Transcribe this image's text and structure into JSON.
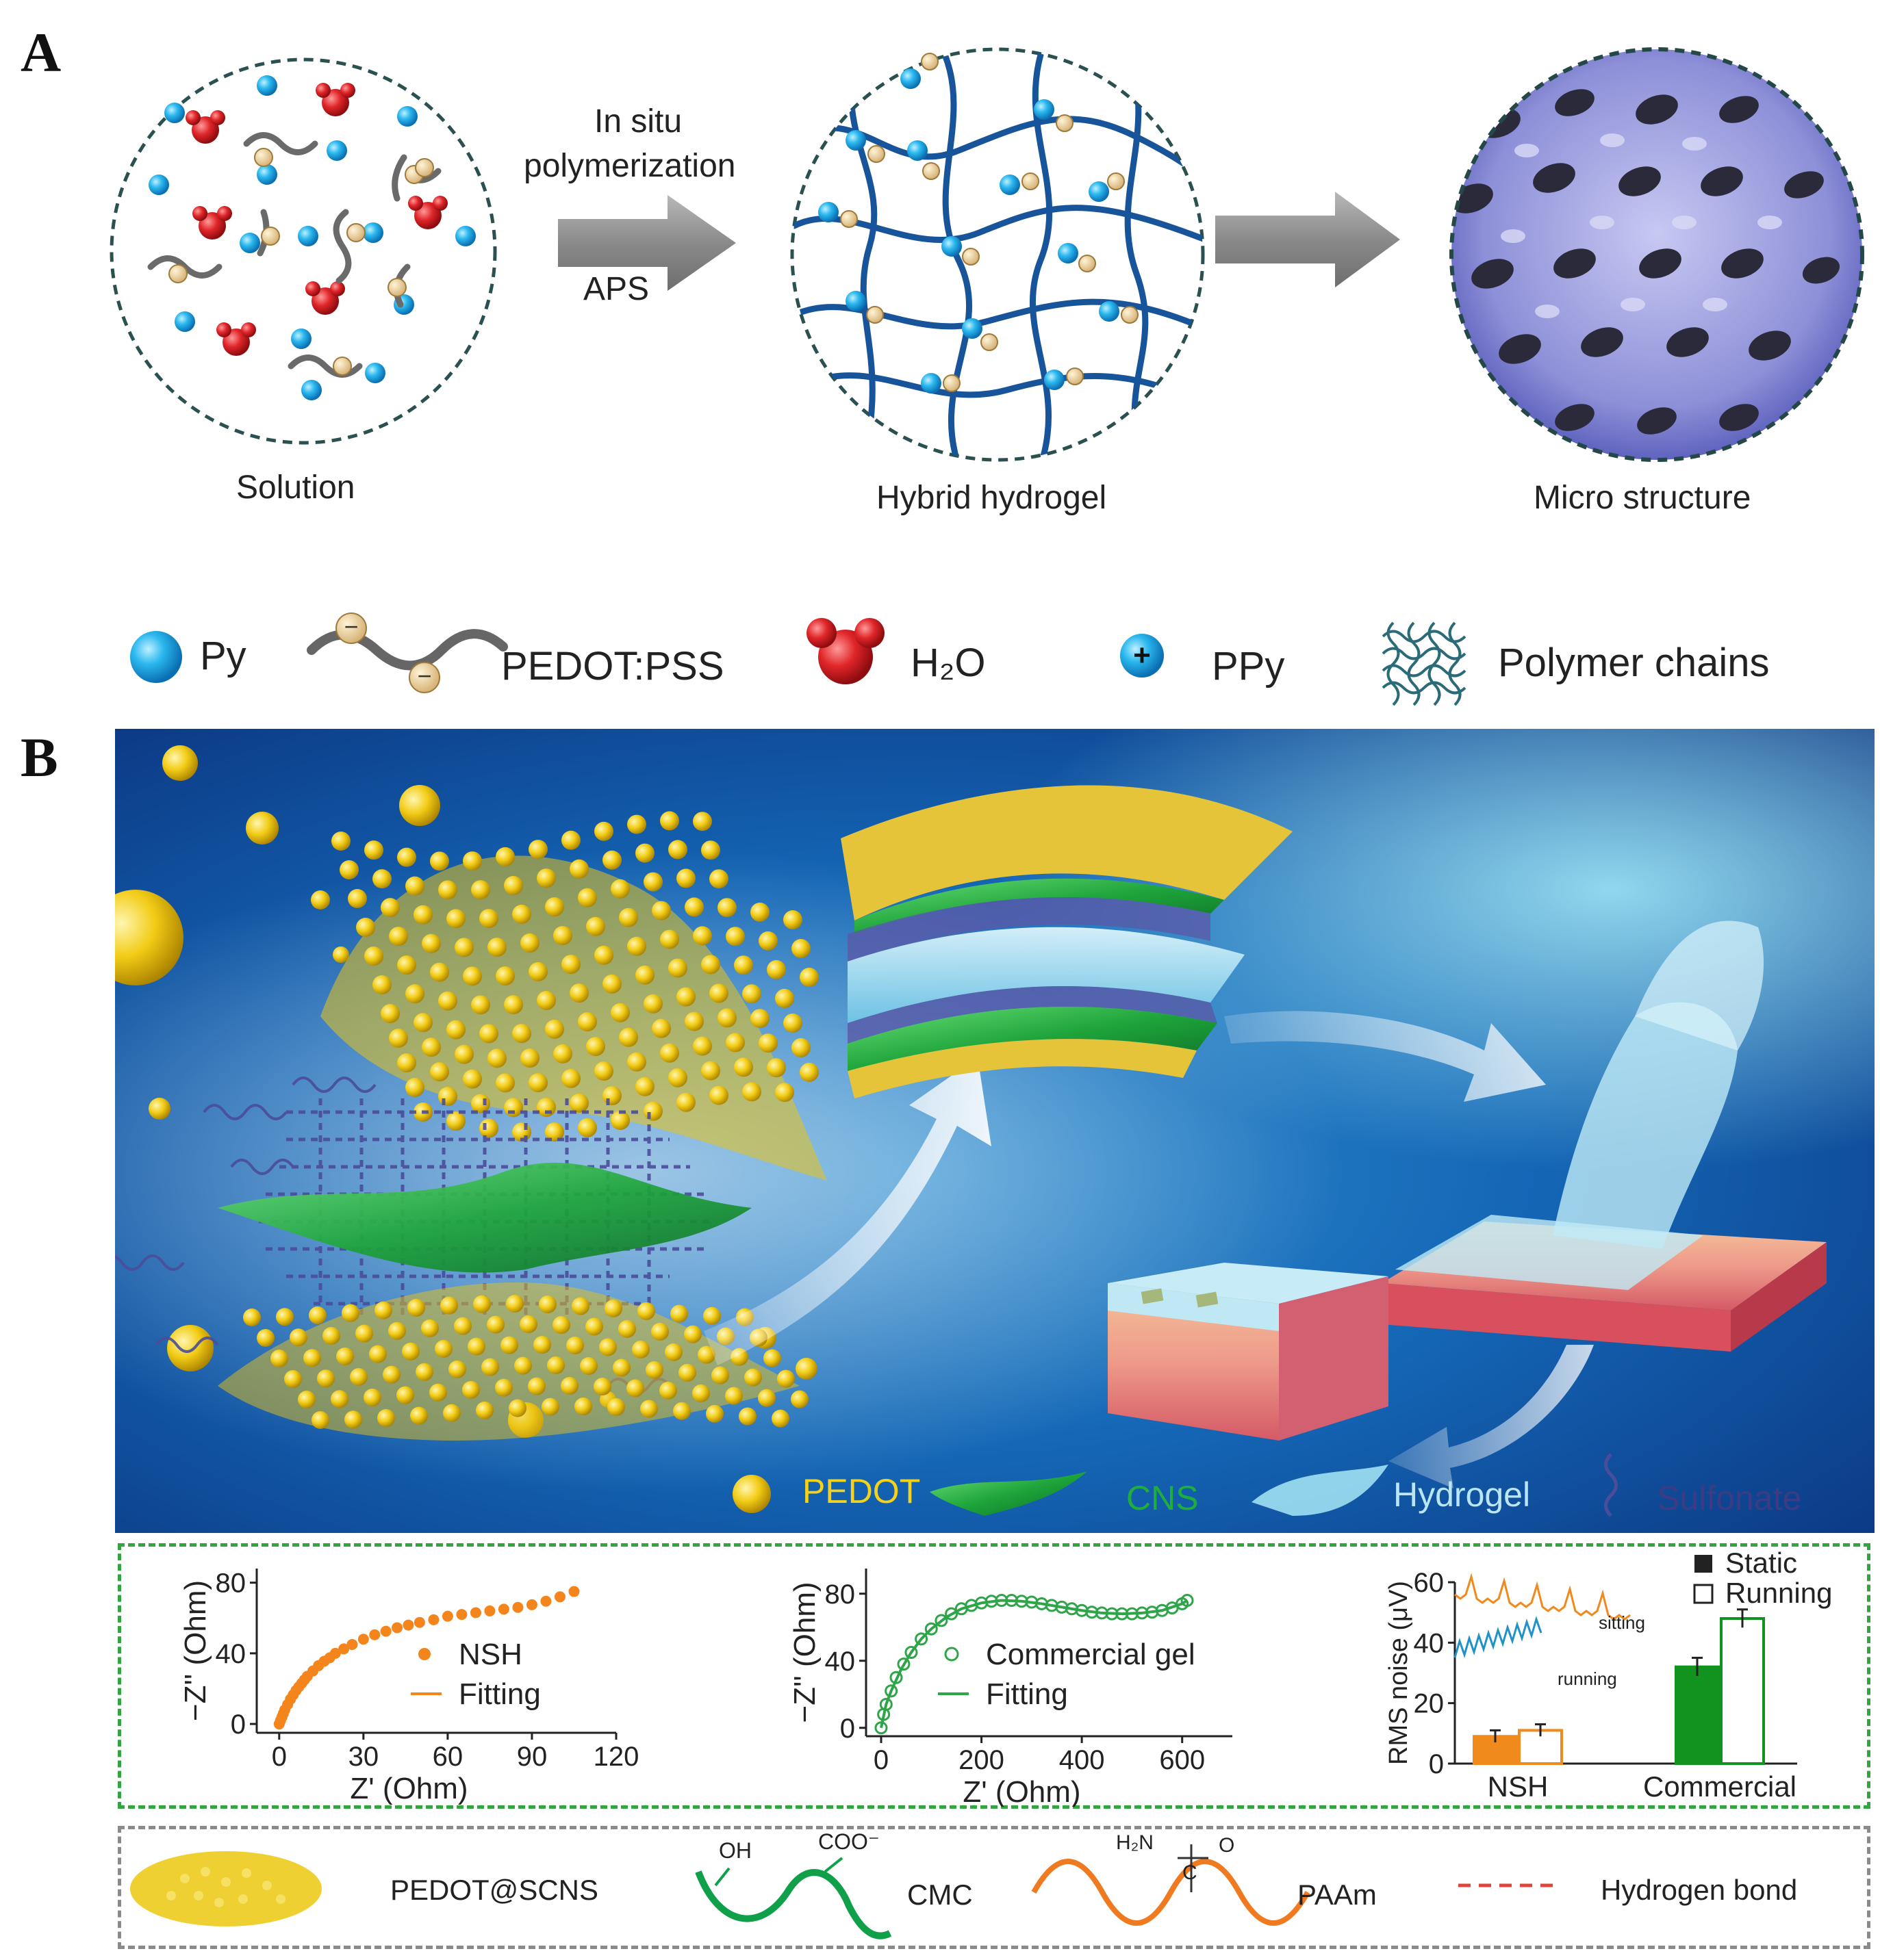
{
  "panel_a": {
    "letter": "A",
    "arrow1_top": "In situ",
    "arrow1_mid": "polymerization",
    "arrow1_bottom": "APS",
    "captions": [
      "Solution",
      "Hybrid hydrogel",
      "Micro structure"
    ]
  },
  "legend_a": {
    "items": [
      "Py",
      "PEDOT:PSS",
      "H₂O",
      "PPy",
      "Polymer chains"
    ]
  },
  "panel_b": {
    "letter": "B",
    "legend": [
      "PEDOT",
      "CNS",
      "Hydrogel",
      "Sulfonate"
    ],
    "legend_colors": {
      "PEDOT": "#f4d21a",
      "CNS": "#1fae3e",
      "Hydrogel": "#b9e6f2",
      "Sulfonate": "#4b4b8a"
    }
  },
  "chart_data": [
    {
      "type": "scatter",
      "xlabel": "Z' (Ohm)",
      "ylabel": "−Z'' (Ohm)",
      "xlim": [
        -8,
        120
      ],
      "ylim": [
        -5,
        88
      ],
      "xticks": [
        "0",
        "30",
        "60",
        "90",
        "120"
      ],
      "yticks": [
        "0",
        "40",
        "80"
      ],
      "legend": [
        "NSH",
        "Fitting"
      ],
      "series": [
        {
          "name": "NSH",
          "x": [
            0,
            0.5,
            1,
            1.5,
            2,
            3,
            4,
            5,
            6,
            7,
            8,
            9,
            10,
            12,
            14,
            16,
            18,
            20,
            23,
            26,
            30,
            34,
            38,
            42,
            46,
            50,
            55,
            60,
            65,
            70,
            75,
            80,
            85,
            90,
            95,
            100,
            105
          ],
          "y": [
            0,
            2,
            4,
            6,
            8,
            11,
            14,
            16.5,
            19,
            21,
            23,
            25,
            27,
            30,
            33,
            35.5,
            37.5,
            40,
            42.5,
            45,
            48,
            50.5,
            52.5,
            54.5,
            56,
            57.5,
            59,
            61,
            62,
            63,
            64,
            65,
            66,
            67.5,
            69.5,
            72,
            75
          ]
        },
        {
          "name": "Fitting",
          "x": [
            0,
            2,
            4,
            6,
            8,
            10,
            12,
            14,
            16,
            18,
            20
          ],
          "y": [
            0,
            8,
            14,
            19,
            23,
            27,
            30,
            33,
            35.5,
            37.5,
            40
          ]
        }
      ]
    },
    {
      "type": "scatter",
      "xlabel": "Z' (Ohm)",
      "ylabel": "−Z'' (Ohm)",
      "xlim": [
        -30,
        700
      ],
      "ylim": [
        -5,
        95
      ],
      "xticks": [
        "0",
        "200",
        "400",
        "600"
      ],
      "yticks": [
        "0",
        "40",
        "80"
      ],
      "legend": [
        "Commercial gel",
        "Fitting"
      ],
      "series": [
        {
          "name": "Commercial gel",
          "x": [
            0,
            5,
            10,
            20,
            30,
            45,
            60,
            80,
            100,
            120,
            140,
            160,
            180,
            200,
            220,
            240,
            260,
            280,
            300,
            320,
            340,
            360,
            380,
            400,
            420,
            440,
            460,
            480,
            500,
            520,
            540,
            560,
            580,
            600,
            610
          ],
          "y": [
            0,
            8,
            14,
            22,
            30,
            38,
            45,
            53,
            59,
            64,
            68,
            71,
            73,
            74.5,
            75.5,
            76,
            76,
            75.5,
            75,
            74,
            73,
            72,
            71,
            70,
            69,
            68.5,
            68,
            68,
            68,
            68.5,
            69,
            70,
            71.5,
            74,
            76
          ]
        },
        {
          "name": "Fitting",
          "x": [
            0,
            10,
            20,
            40,
            60,
            80,
            100,
            130,
            160,
            200,
            240,
            280,
            320,
            360,
            400,
            440,
            480,
            520,
            560,
            600,
            610
          ],
          "y": [
            0,
            14,
            22,
            35,
            45,
            53,
            59,
            66,
            71,
            74.5,
            76,
            75.5,
            74,
            72,
            70,
            68.5,
            68,
            68.5,
            70,
            74,
            76
          ]
        }
      ]
    },
    {
      "type": "bar",
      "ylabel": "RMS noise (μV)",
      "ylim": [
        0,
        60
      ],
      "yticks": [
        "0",
        "20",
        "40",
        "60"
      ],
      "categories": [
        "NSH",
        "Commercial"
      ],
      "legend": [
        "Static",
        "Running"
      ],
      "series": [
        {
          "name": "Static",
          "values": [
            9,
            32
          ],
          "errors": [
            2,
            3
          ]
        },
        {
          "name": "Running",
          "values": [
            11,
            48
          ],
          "errors": [
            2,
            3
          ]
        }
      ],
      "inset_labels": [
        "sitting",
        "running"
      ],
      "colors": {
        "NSH": "#f08a1c",
        "Commercial": "#12921f"
      }
    }
  ],
  "bottom_legend": {
    "items": [
      "PEDOT@SCNS",
      "CMC",
      "PAAm",
      "Hydrogen bond"
    ],
    "cmc_groups": [
      "OH",
      "COO⁻"
    ],
    "paam_groups": [
      "H₂N",
      "C",
      "O"
    ]
  }
}
